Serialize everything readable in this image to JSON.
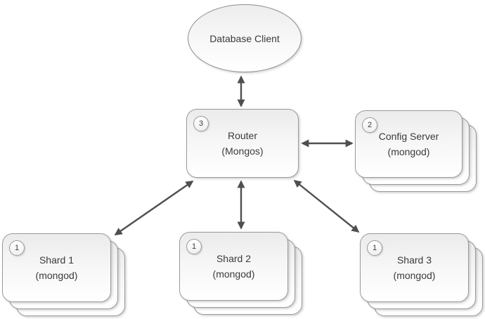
{
  "diagram": {
    "nodes": {
      "client": {
        "label": "Database Client"
      },
      "router": {
        "badge": "3",
        "line1": "Router",
        "line2": "(Mongos)"
      },
      "config_server": {
        "badge": "2",
        "line1": "Config Server",
        "line2": "(mongod)"
      },
      "shard1": {
        "badge": "1",
        "line1": "Shard 1",
        "line2": "(mongod)"
      },
      "shard2": {
        "badge": "1",
        "line1": "Shard 2",
        "line2": "(mongod)"
      },
      "shard3": {
        "badge": "1",
        "line1": "Shard 3",
        "line2": "(mongod)"
      }
    },
    "edges": [
      {
        "from": "client",
        "to": "router",
        "bidirectional": true
      },
      {
        "from": "router",
        "to": "config_server",
        "bidirectional": true
      },
      {
        "from": "router",
        "to": "shard1",
        "bidirectional": true
      },
      {
        "from": "router",
        "to": "shard2",
        "bidirectional": true
      },
      {
        "from": "router",
        "to": "shard3",
        "bidirectional": true
      }
    ],
    "colors": {
      "node_border": "#9b9b9b",
      "node_fill_top": "#ebebeb",
      "node_fill_bottom": "#ffffff",
      "arrow": "#4f4f4f",
      "text": "#3a3a3a",
      "background": "#ffffff"
    }
  }
}
